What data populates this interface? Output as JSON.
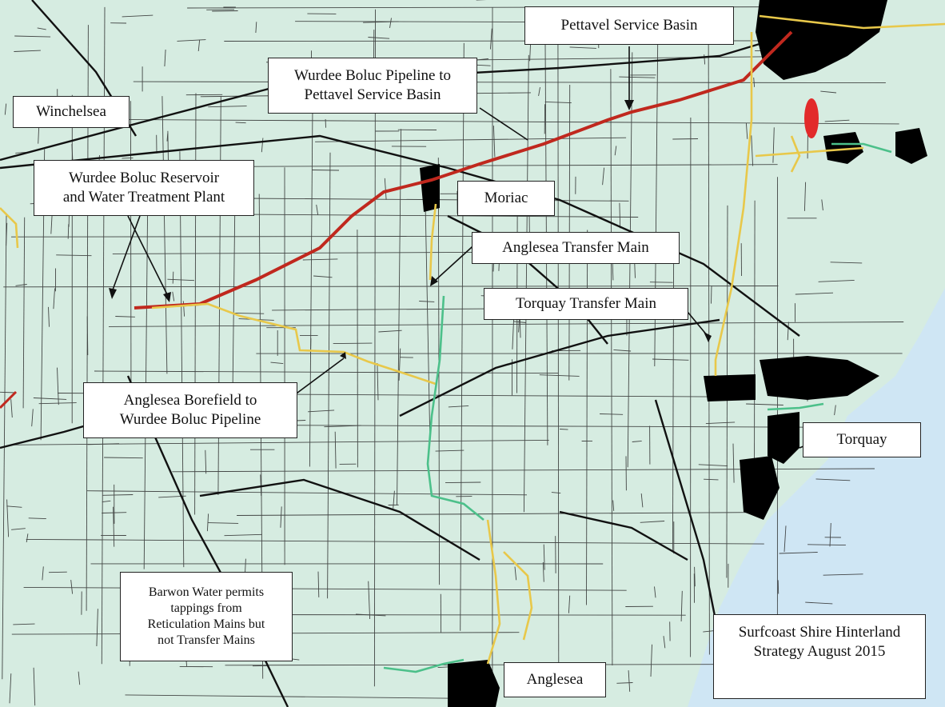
{
  "map": {
    "colors": {
      "land": "#d6ece1",
      "sea": "#cfe6f4",
      "road": "#1a1a1a",
      "urban": "#000000",
      "pipeline_red": "#c0281e",
      "transfer_yellow": "#e8c84a",
      "main_green": "#4cc08a",
      "label_bg": "#ffffff"
    },
    "labels": {
      "pettavel": "Pettavel Service Basin",
      "wurdee_pipeline": [
        "Wurdee Boluc Pipeline to",
        "Pettavel Service Basin"
      ],
      "winchelsea": "Winchelsea",
      "wurdee_reservoir": [
        "Wurdee Boluc Reservoir",
        "and Water Treatment Plant"
      ],
      "moriac": "Moriac",
      "anglesea_transfer": "Anglesea Transfer Main",
      "torquay_transfer": "Torquay Transfer Main",
      "borefield": [
        "Anglesea Borefield to",
        "Wurdee Boluc Pipeline"
      ],
      "torquay": "Torquay",
      "barwon": [
        "Barwon Water permits",
        "tappings from",
        "Reticulation Mains but",
        "not Transfer Mains"
      ],
      "anglesea": "Anglesea",
      "surfcoast": [
        "Surfcoast Shire Hinterland",
        "Strategy August 2015"
      ]
    }
  }
}
